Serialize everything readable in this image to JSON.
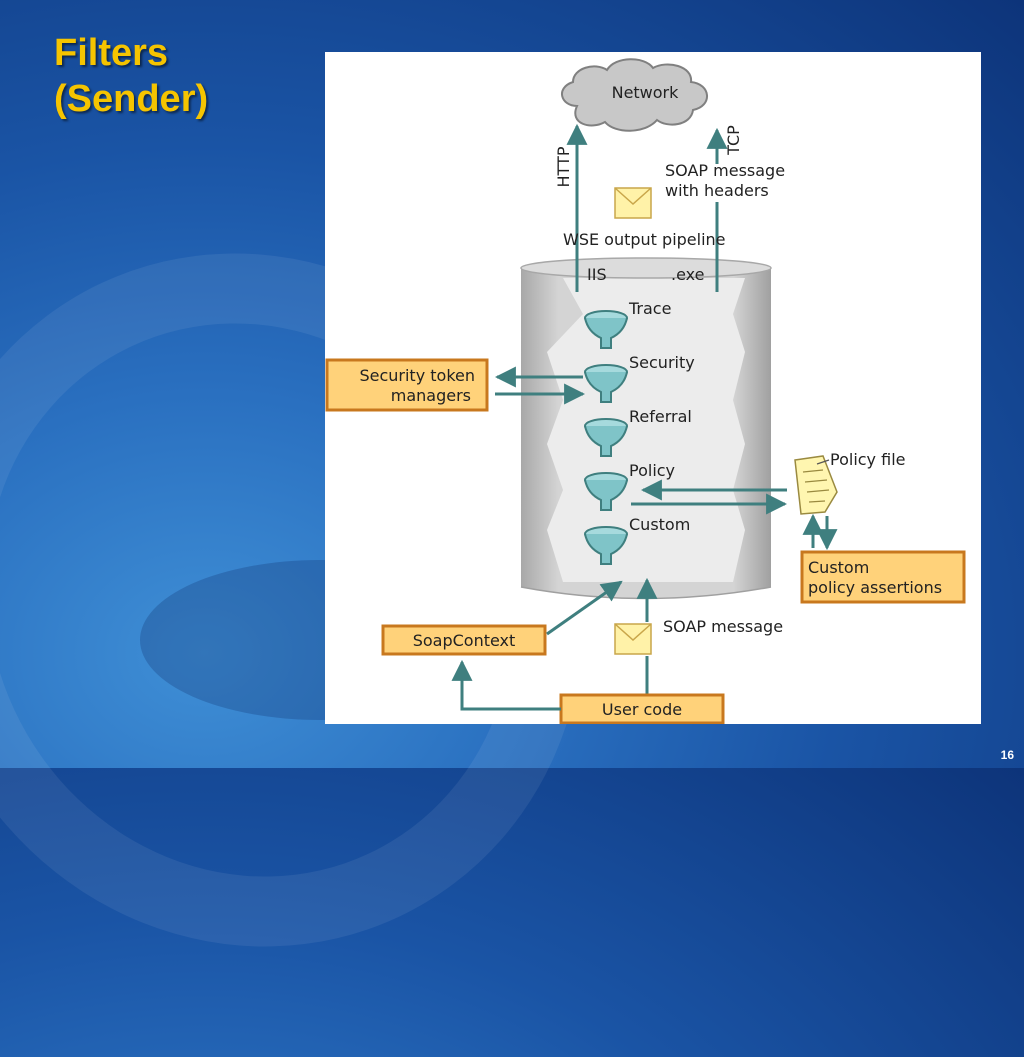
{
  "slide": {
    "title_line1": "Filters",
    "title_line2": "(Sender)",
    "page_number": "16"
  },
  "diagram": {
    "network_label": "Network",
    "http_label": "HTTP",
    "tcp_label": "TCP",
    "soap_headers_line1": "SOAP message",
    "soap_headers_line2": "with headers",
    "pipeline_label": "WSE output pipeline",
    "iis_label": "IIS",
    "exe_label": ".exe",
    "filters": [
      "Trace",
      "Security",
      "Referral",
      "Policy",
      "Custom"
    ],
    "security_token_line1": "Security token",
    "security_token_line2": "managers",
    "policy_file_label": "Policy file",
    "custom_assertions_line1": "Custom",
    "custom_assertions_line2": "policy assertions",
    "soap_context_label": "SoapContext",
    "soap_message_label": "SOAP message",
    "user_code_label": "User code",
    "colors": {
      "title": "#f5c400",
      "box_fill": "#ffd27a",
      "box_border": "#c8781e",
      "arrow": "#3f7f7f",
      "funnel": "#7fc4c8",
      "envelope": "#fff2a8"
    }
  }
}
